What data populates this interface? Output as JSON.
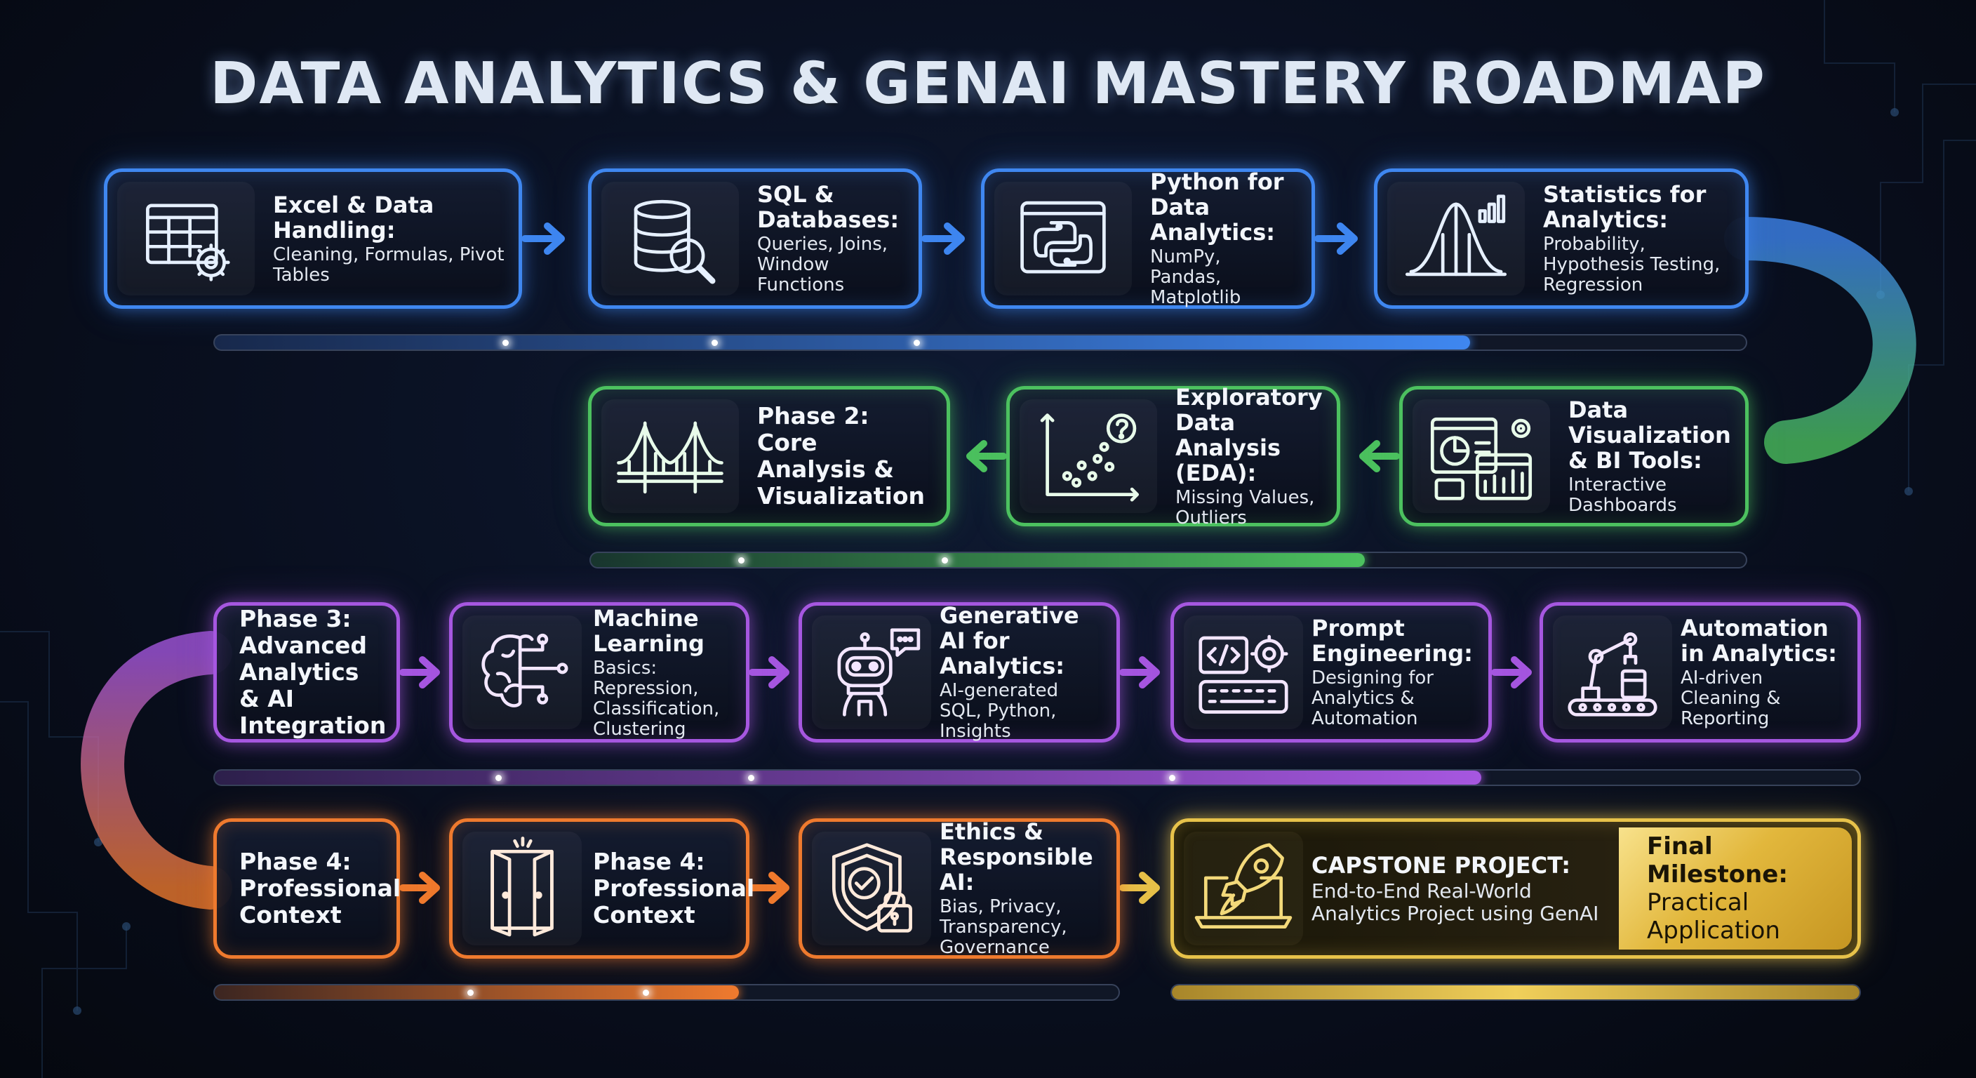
{
  "title": "DATA ANALYTICS & GENAI MASTERY ROADMAP",
  "colors": {
    "blue": "#3f87f0",
    "green": "#4cc15f",
    "purple": "#a657e0",
    "orange": "#ef7a2e",
    "gold": "#e7c24a"
  },
  "row1": [
    {
      "icon": "spreadsheet-gear-icon",
      "title": "Excel & Data Handling:",
      "desc": "Cleaning, Formulas, Pivot Tables"
    },
    {
      "icon": "database-search-icon",
      "title": "SQL & Databases:",
      "desc": "Queries, Joins, Window Functions"
    },
    {
      "icon": "python-logo-icon",
      "title": "Python for Data Analytics:",
      "desc": "NumPy, Pandas, Matplotlib"
    },
    {
      "icon": "bell-curve-icon",
      "title": "Statistics for Analytics:",
      "desc": "Probability, Hypothesis Testing, Regression"
    }
  ],
  "row2": [
    {
      "icon": "bridge-icon",
      "title": "Phase 2: Core Analysis & Visualization"
    },
    {
      "icon": "scatter-question-icon",
      "title": "Exploratory Data Analysis (EDA):",
      "desc": "Missing Values, Outliers"
    },
    {
      "icon": "dashboard-icon",
      "title": "Data Visualization & BI Tools:",
      "desc": "Interactive Dashboards"
    }
  ],
  "row3": [
    {
      "title": "Phase 3: Advanced Analytics & AI Integration"
    },
    {
      "icon": "brain-circuit-icon",
      "title": "Machine Learning",
      "desc": "Basics: Repression, Classification, Clustering"
    },
    {
      "icon": "robot-chat-icon",
      "title": "Generative AI for Analytics:",
      "desc": "AI-generated SQL, Python, Insights"
    },
    {
      "icon": "code-keyboard-icon",
      "title": "Prompt Engineering:",
      "desc": "Designing for Analytics & Automation"
    },
    {
      "icon": "robot-arm-icon",
      "title": "Automation in Analytics:",
      "desc": "AI-driven Cleaning & Reporting"
    }
  ],
  "row4": [
    {
      "title": "Phase 4: Professional Context"
    },
    {
      "icon": "open-door-icon",
      "title": "Phase 4: Professional Context"
    },
    {
      "icon": "shield-lock-icon",
      "title": "Ethics & Responsible AI:",
      "desc": "Bias, Privacy, Transparency, Governance"
    },
    {
      "icon": "rocket-laptop-icon",
      "title": "CAPSTONE PROJECT:",
      "desc": "End-to-End Real-World Analytics Project using GenAI"
    }
  ],
  "milestone": {
    "title": "Final Milestone:",
    "desc": "Practical Application"
  },
  "progress": {
    "row1": 0.82,
    "row2": 0.67,
    "row3": 0.77,
    "row4": 0.58,
    "final": 1.0
  }
}
